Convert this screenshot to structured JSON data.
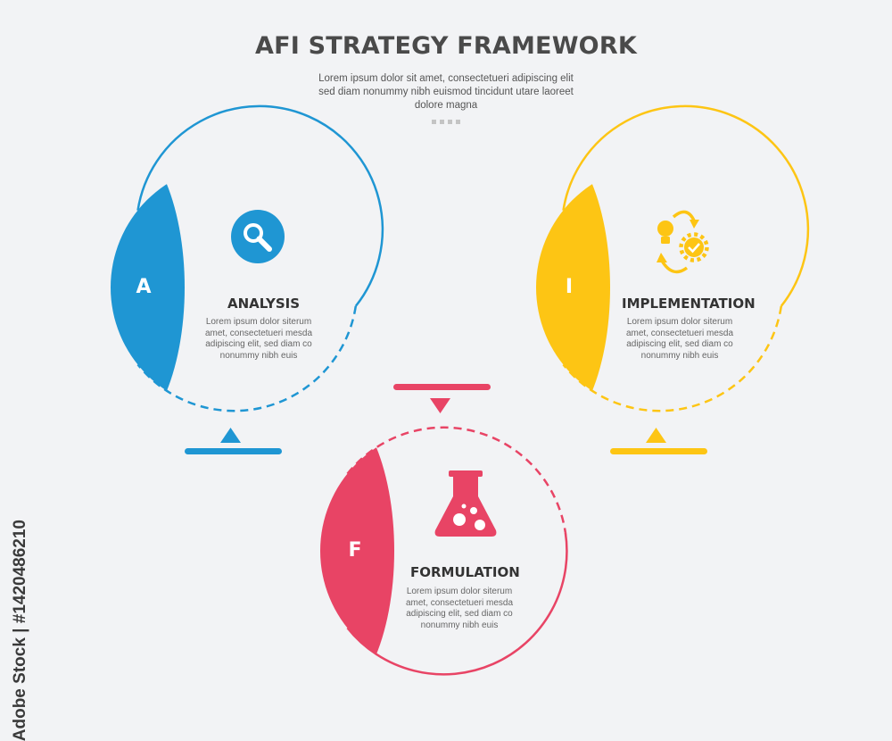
{
  "header": {
    "title": "AFI STRATEGY FRAMEWORK",
    "subtitle": "Lorem ipsum dolor sit amet, consectetueri adipiscing elit sed diam nonummy nibh euismod tincidunt utare laoreet dolore magna"
  },
  "colors": {
    "blue": "#1f96d3",
    "yellow": "#fdc514",
    "pink": "#e84465",
    "background": "#f2f3f5"
  },
  "steps": [
    {
      "letter": "A",
      "title": "ANALYSIS",
      "description": "Lorem ipsum dolor siterum amet, consectetueri mesda adipiscing elit, sed diam co nonummy nibh euis",
      "icon": "magnifier-icon",
      "color": "#1f96d3"
    },
    {
      "letter": "F",
      "title": "FORMULATION",
      "description": "Lorem ipsum dolor siterum amet, consectetueri mesda adipiscing elit, sed diam co nonummy nibh euis",
      "icon": "flask-icon",
      "color": "#e84465"
    },
    {
      "letter": "I",
      "title": "IMPLEMENTATION",
      "description": "Lorem ipsum dolor siterum amet, consectetueri mesda adipiscing elit, sed diam co nonummy nibh euis",
      "icon": "idea-gear-cycle-icon",
      "color": "#fdc514"
    }
  ],
  "watermark": {
    "side_text": "Adobe Stock | #1420486210"
  }
}
